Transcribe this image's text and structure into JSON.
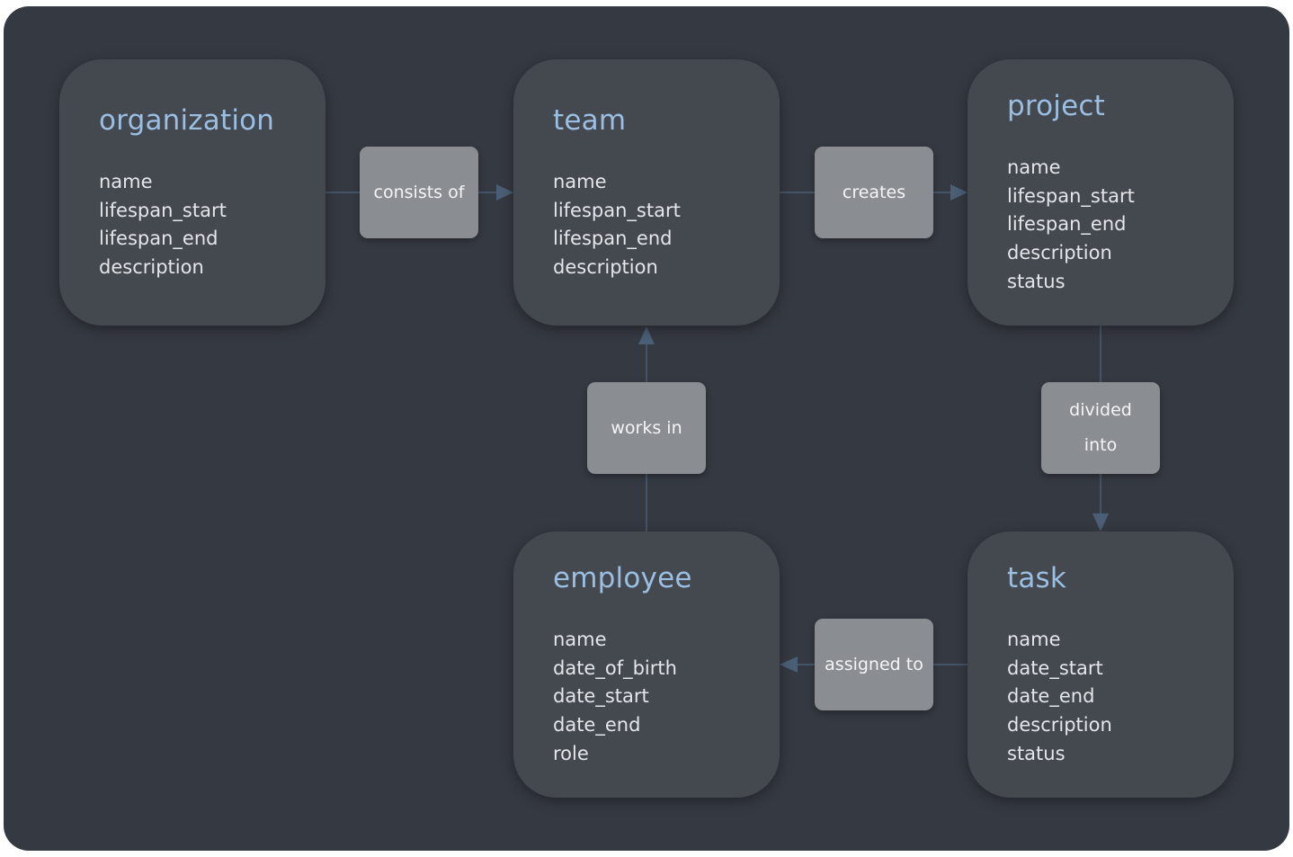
{
  "colors": {
    "background": "#353941",
    "entity_fill": "#44484f",
    "entity_title": "#9bbfe3",
    "attribute_text": "#e4e6ea",
    "relation_fill": "#8a8d92",
    "relation_text": "#f4f5f7",
    "connector": "#4a5f75"
  },
  "entities": {
    "organization": {
      "title": "organization",
      "attributes": [
        "name",
        "lifespan_start",
        "lifespan_end",
        "description"
      ]
    },
    "team": {
      "title": "team",
      "attributes": [
        "name",
        "lifespan_start",
        "lifespan_end",
        "description"
      ]
    },
    "project": {
      "title": "project",
      "attributes": [
        "name",
        "lifespan_start",
        "lifespan_end",
        "description",
        "status"
      ]
    },
    "employee": {
      "title": "employee",
      "attributes": [
        "name",
        "date_of_birth",
        "date_start",
        "date_end",
        "role"
      ]
    },
    "task": {
      "title": "task",
      "attributes": [
        "name",
        "date_start",
        "date_end",
        "description",
        "status"
      ]
    }
  },
  "relations": {
    "consists_of": {
      "label": "consists of",
      "from": "organization",
      "to": "team"
    },
    "creates": {
      "label": "creates",
      "from": "team",
      "to": "project"
    },
    "works_in": {
      "label": "works in",
      "from": "employee",
      "to": "team"
    },
    "divided_into": {
      "label": "divided into",
      "from": "project",
      "to": "task"
    },
    "assigned_to": {
      "label": "assigned to",
      "from": "task",
      "to": "employee"
    }
  }
}
